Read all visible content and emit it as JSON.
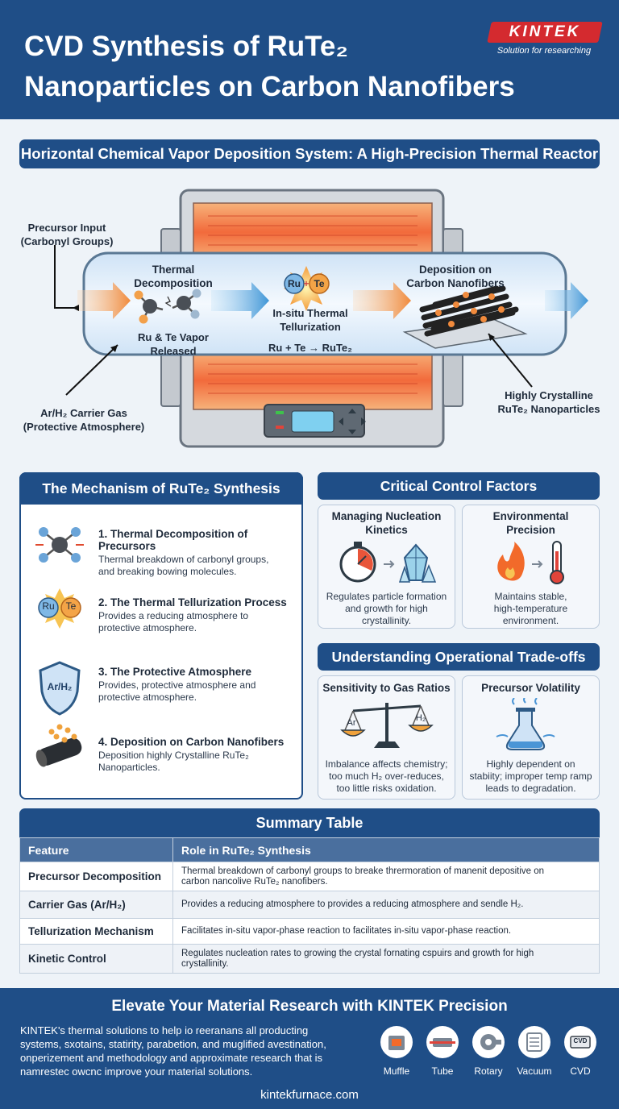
{
  "header": {
    "title_line1": "CVD Synthesis of RuTe₂",
    "title_line2": "Nanoparticles on Carbon Nanofibers",
    "logo_text": "KINTEK",
    "logo_tagline": "Solution for researching"
  },
  "system": {
    "banner": "Horizontal Chemical Vapor Deposition System: A High-Precision Thermal Reactor",
    "precursor_input": [
      "Precursor Input",
      "(Carbonyl Groups)"
    ],
    "thermal_decomposition": [
      "Thermal",
      "Decomposition"
    ],
    "vapor_released": [
      "Ru & Te Vapor",
      "Released"
    ],
    "ru": "Ru",
    "te": "Te",
    "plus": "+",
    "tellurization": [
      "In-situ Thermal",
      "Tellurization"
    ],
    "reaction": "Ru + Te → RuTe₂",
    "deposition": [
      "Deposition on",
      "Carbon Nanofibers"
    ],
    "carrier_gas": [
      "Ar/H₂ Carrier Gas",
      "(Protective Atmosphere)"
    ],
    "nanoparticles": [
      "Highly Crystalline",
      "RuTe₂ Nanoparticles"
    ]
  },
  "mechanism": {
    "title": "The Mechanism of RuTe₂ Synthesis",
    "shield_text": "Ar/H₂",
    "items": [
      {
        "title": "1. Thermal Decomposition of Precursors",
        "desc": [
          "Thermal breakdown of carbonyl groups,",
          "and breaking bowing molecules."
        ]
      },
      {
        "title": "2. The Thermal Tellurization Process",
        "desc": [
          "Provides a reducing atmosphere to",
          "protective atmosphere."
        ]
      },
      {
        "title": "3. The Protective Atmosphere",
        "desc": [
          "Provides, protective atmosphere and",
          "protective atmosphere."
        ]
      },
      {
        "title": "4. Deposition on Carbon Nanofibers",
        "desc": [
          "Deposition highly Crystalline RuTe₂",
          "Nanoparticles."
        ]
      }
    ]
  },
  "control": {
    "title": "Critical Control Factors",
    "cards": [
      {
        "title": [
          "Managing Nucleation",
          "Kinetics"
        ],
        "desc": [
          "Regulates particle formation",
          "and growth for high",
          "crystallinity."
        ]
      },
      {
        "title": [
          "Environmental",
          "Precision"
        ],
        "desc": [
          "Maintains stable,",
          "high-temperature",
          "environment."
        ]
      }
    ]
  },
  "tradeoffs": {
    "title": "Understanding Operational Trade-offs",
    "scale_left": "Ar",
    "scale_right": "H₂",
    "cards": [
      {
        "title": "Sensitivity to Gas Ratios",
        "desc": [
          "Imbalance affects chemistry;",
          "too much H₂ over-reduces,",
          "too little risks oxidation."
        ]
      },
      {
        "title": "Precursor Volatility",
        "desc": [
          "Highly dependent on",
          "stabiity; improper temp ramp",
          "leads to degradation."
        ]
      }
    ]
  },
  "summary": {
    "title": "Summary Table",
    "headers": [
      "Feature",
      "Role in RuTe₂ Synthesis"
    ],
    "rows": [
      {
        "feature": "Precursor Decomposition",
        "role": [
          "Thermal breakdown of carbonyl groups to breake thrermoration of manenit depositive on",
          "carbon nancolive RuTe₂ nanofibers."
        ]
      },
      {
        "feature": "Carrier Gas (Ar/H₂)",
        "role": [
          "Provides a reducing atmosphere to provides a reducing atmosphere and sendle H₂."
        ]
      },
      {
        "feature": "Tellurization Mechanism",
        "role": [
          "Facilitates in-situ vapor-phase reaction to facilitates in-situ vapor-phase reaction."
        ]
      },
      {
        "feature": "Kinetic Control",
        "role": [
          "Regulates nucleation rates to growing the crystal fornating cspuirs and growth for high",
          "crystallinity."
        ]
      }
    ]
  },
  "footer": {
    "title": "Elevate Your Material Research with KINTEK Precision",
    "body": [
      "KINTEK's thermal solutions to help io reeranans all producting",
      "systems, sxotains, statirity, parabetion, and mugl​ified avestination,",
      "onperizement and methodology and approximate research that is",
      "namresteс owcnc improve your material solutions."
    ],
    "url": "kintekfurnace.com",
    "products": [
      "Muffle",
      "Tube",
      "Rotary",
      "Vacuum",
      "CVD"
    ],
    "cvd_icon_text": "CVD"
  },
  "colors": {
    "brand_blue": "#1f4e87",
    "brand_red": "#d42a2f",
    "accent_orange": "#f39a3c"
  }
}
